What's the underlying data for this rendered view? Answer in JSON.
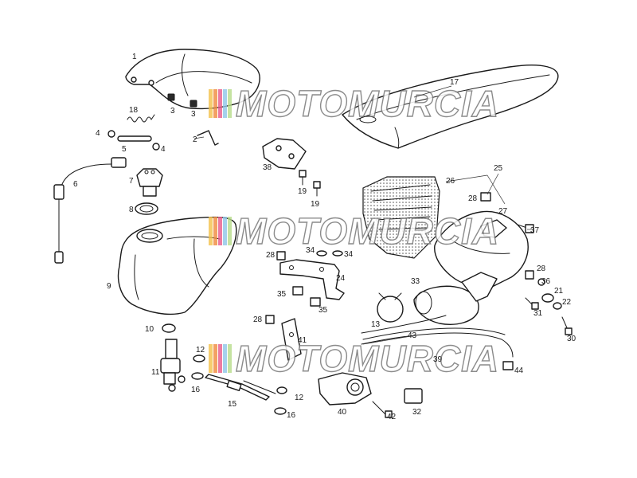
{
  "watermark": {
    "text": "MOTOMURCIA",
    "stripe_colors": [
      "#f2c14a",
      "#f08a3c",
      "#e85a8a",
      "#8fc6e8",
      "#b7dc8a"
    ]
  },
  "parts": {
    "p1": "1",
    "p2": "2",
    "p3a": "3",
    "p3b": "3",
    "p4a": "4",
    "p4b": "4",
    "p5": "5",
    "p6": "6",
    "p7": "7",
    "p8": "8",
    "p9": "9",
    "p10": "10",
    "p11": "11",
    "p12a": "12",
    "p12b": "12",
    "p13": "13",
    "p15": "15",
    "p16a": "16",
    "p16b": "16",
    "p17": "17",
    "p18": "18",
    "p19a": "19",
    "p19b": "19",
    "p21": "21",
    "p22": "22",
    "p24": "24",
    "p25": "25",
    "p26": "26",
    "p27": "27",
    "p28a": "28",
    "p28b": "28",
    "p28c": "28",
    "p28d": "28",
    "p30": "30",
    "p31": "31",
    "p32": "32",
    "p33": "33",
    "p34a": "34",
    "p34b": "34",
    "p35a": "35",
    "p35b": "35",
    "p36": "36",
    "p37": "37",
    "p38": "38",
    "p39": "39",
    "p40": "40",
    "p41": "41",
    "p42": "42",
    "p43": "43",
    "p44": "44"
  }
}
